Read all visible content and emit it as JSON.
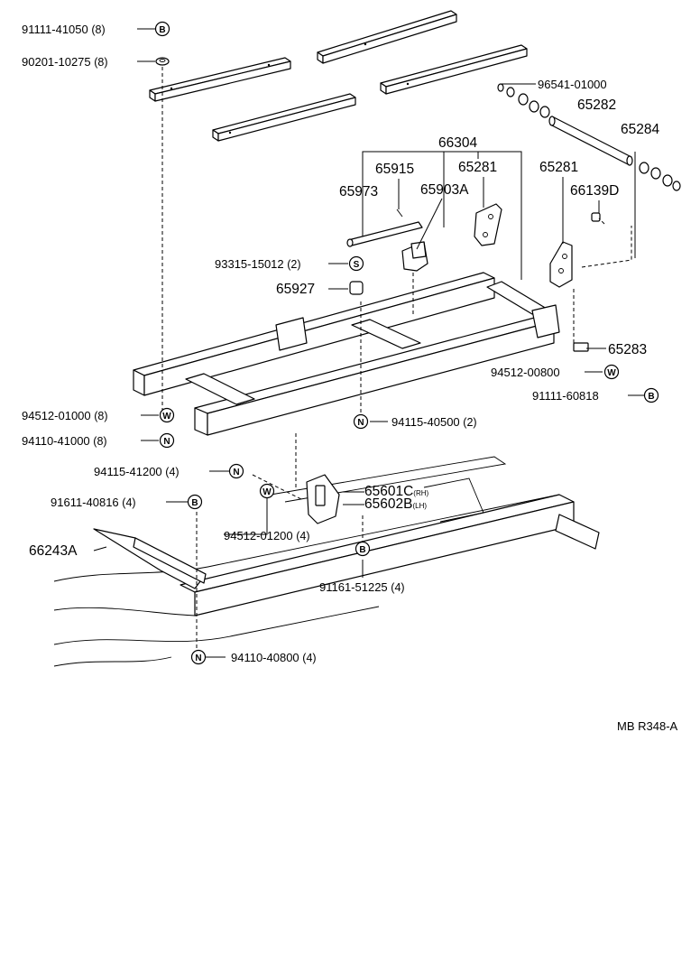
{
  "diagram": {
    "reference": "MB R348-A",
    "symbols": {
      "bolt": "B",
      "washer": "W",
      "nut": "N",
      "spring_washer": "S"
    },
    "callouts": [
      {
        "id": "c1",
        "part": "91111-41050",
        "qty": "(8)",
        "symbol": "B"
      },
      {
        "id": "c2",
        "part": "90201-10275",
        "qty": "(8)",
        "symbol": "washer-flat"
      },
      {
        "id": "c3",
        "part": "96541-01000"
      },
      {
        "id": "c4",
        "part": "65282"
      },
      {
        "id": "c5",
        "part": "65284"
      },
      {
        "id": "c6",
        "part": "66304"
      },
      {
        "id": "c7",
        "part": "65915"
      },
      {
        "id": "c8",
        "part": "65281"
      },
      {
        "id": "c9",
        "part": "65281"
      },
      {
        "id": "c10",
        "part": "65973"
      },
      {
        "id": "c11",
        "part": "65903A"
      },
      {
        "id": "c12",
        "part": "66139D"
      },
      {
        "id": "c13",
        "part": "93315-15012",
        "qty": "(2)",
        "symbol": "S"
      },
      {
        "id": "c14",
        "part": "65927"
      },
      {
        "id": "c15",
        "part": "65283"
      },
      {
        "id": "c16",
        "part": "94512-00800",
        "symbol": "W"
      },
      {
        "id": "c17",
        "part": "91111-60818",
        "symbol": "B"
      },
      {
        "id": "c18",
        "part": "94512-01000",
        "qty": "(8)",
        "symbol": "W"
      },
      {
        "id": "c19",
        "part": "94115-40500",
        "qty": "(2)",
        "symbol": "N"
      },
      {
        "id": "c20",
        "part": "94110-41000",
        "qty": "(8)",
        "symbol": "N"
      },
      {
        "id": "c21",
        "part": "94115-41200",
        "qty": "(4)",
        "symbol": "N"
      },
      {
        "id": "c22",
        "part": "65601C",
        "suffix": "(RH)"
      },
      {
        "id": "c23",
        "part": "65602B",
        "suffix": "(LH)"
      },
      {
        "id": "c24",
        "part": "91611-40816",
        "qty": "(4)",
        "symbol": "B"
      },
      {
        "id": "c25",
        "part": "94512-01200",
        "qty": "(4)",
        "symbol": "W"
      },
      {
        "id": "c26",
        "part": "66243A"
      },
      {
        "id": "c27",
        "part": "91161-51225",
        "qty": "(4)",
        "symbol": "B"
      },
      {
        "id": "c28",
        "part": "94110-40800",
        "qty": "(4)",
        "symbol": "N"
      }
    ]
  }
}
